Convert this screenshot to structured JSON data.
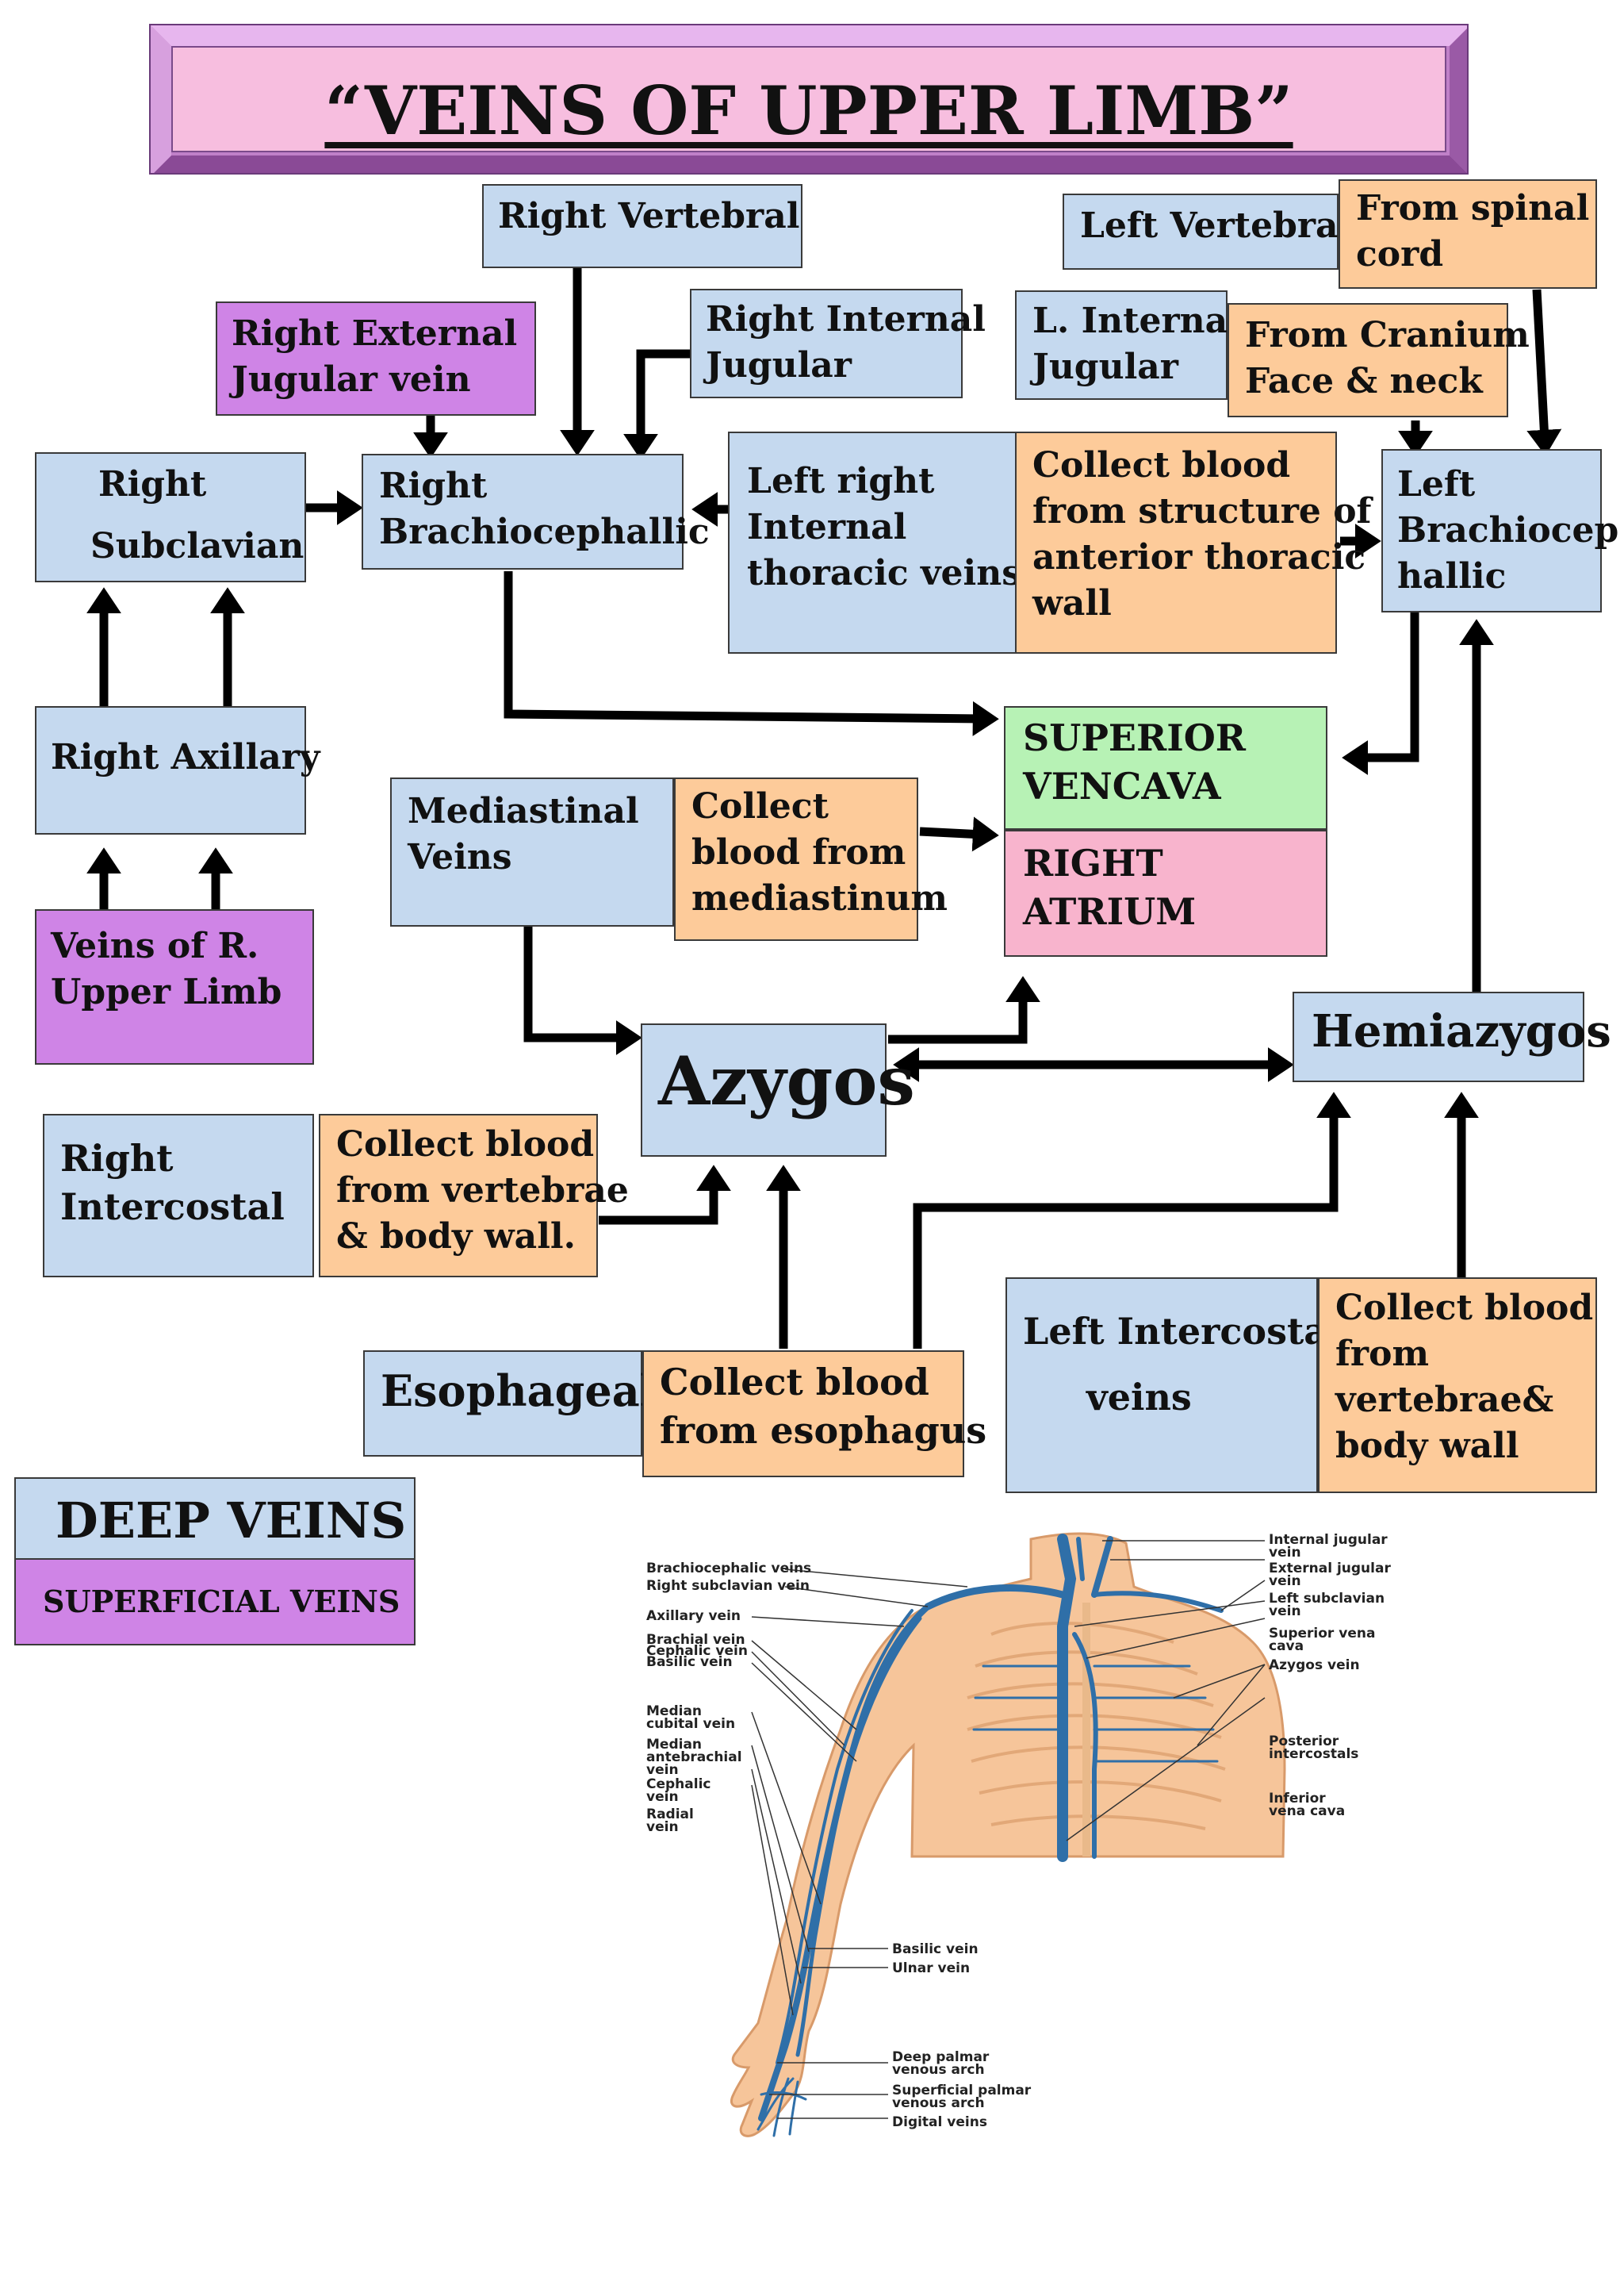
{
  "title": "“VEINS OF UPPER LIMB”",
  "nodes": {
    "right_vertebral": [
      "Right Vertebral"
    ],
    "left_vertebral": [
      "Left Vertebral"
    ],
    "from_spinal_cord": [
      "From spinal",
      "cord"
    ],
    "right_external_jugular": [
      "Right External",
      "Jugular vein"
    ],
    "right_internal_jugular": [
      "Right Internal",
      "Jugular"
    ],
    "left_internal_jugular": [
      "L. Internal",
      "Jugular"
    ],
    "from_cranium": [
      "From Cranium",
      "Face & neck"
    ],
    "right_subclavian": [
      "Right",
      "Subclavian"
    ],
    "right_brachiocephalic": [
      "Right",
      "Brachiocephallic"
    ],
    "internal_thoracic": [
      "Left right",
      "Internal",
      "thoracic veins"
    ],
    "collect_anterior": [
      "Collect blood",
      "from structure of",
      "anterior thoracic",
      "wall"
    ],
    "left_brachiocephalic": [
      "Left",
      "Brachiocep",
      "hallic"
    ],
    "right_axillary": [
      "Right Axillary"
    ],
    "superior_vena_cava": [
      "SUPERIOR",
      "VENCAVA"
    ],
    "right_atrium": [
      "RIGHT",
      "ATRIUM"
    ],
    "mediastinal_veins": [
      "Mediastinal",
      "Veins"
    ],
    "collect_mediastinum": [
      "Collect",
      "blood from",
      "mediastinum"
    ],
    "veins_r_upper_limb": [
      "Veins of R.",
      "Upper Limb"
    ],
    "azygos": [
      "Azygos"
    ],
    "hemiazygos": [
      "Hemiazygos"
    ],
    "right_intercostal": [
      "Right",
      "Intercostal"
    ],
    "collect_vertebrae": [
      "Collect blood",
      "from vertebrae",
      "& body wall."
    ],
    "left_intercostal": [
      "Left Intercostal",
      "veins"
    ],
    "collect_vertebrae_left": [
      "Collect blood",
      "from",
      "vertebrae&",
      "body wall"
    ],
    "esophageal": [
      "Esophageal"
    ],
    "collect_esophagus": [
      "Collect blood",
      "from esophagus"
    ]
  },
  "legend": {
    "deep": "DEEP VEINS",
    "superficial": "SUPERFICIAL VEINS"
  },
  "illustration_labels": {
    "left_side": [
      "Brachiocephalic veins",
      "Right subclavian vein",
      "Axillary vein",
      "Brachial vein",
      "Cephalic vein",
      "Basilic vein",
      "Median",
      "cubital vein",
      "Median",
      "antebrachial",
      "vein",
      "Cephalic",
      "vein",
      "Radial",
      "vein"
    ],
    "right_side": [
      "Internal jugular",
      "vein",
      "External jugular",
      "vein",
      "Left subclavian",
      "vein",
      "Superior vena",
      "cava",
      "Azygos vein",
      "Posterior",
      "intercostals",
      "Inferior",
      "vena cava"
    ],
    "lower": [
      "Basilic vein",
      "Ulnar vein",
      "Deep palmar",
      "venous arch",
      "Superficial palmar",
      "venous arch",
      "Digital veins"
    ]
  },
  "colors": {
    "blue": "#c5d9ef",
    "peach": "#fdcb9a",
    "violet": "#cf84e6",
    "green": "#b7f2b5",
    "pink": "#f8b4cd",
    "vein_blue": "#2f6fa8",
    "skin": "#f6c59a"
  }
}
